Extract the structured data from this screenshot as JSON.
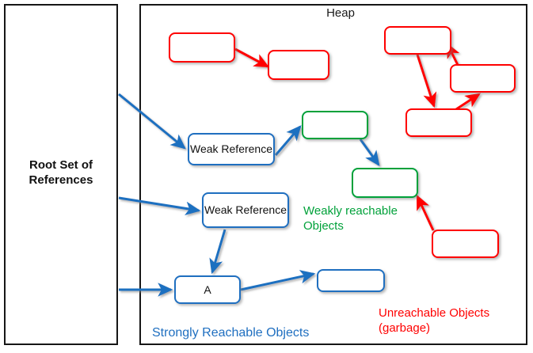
{
  "panels": {
    "root": {
      "label": "Root Set of\nReferences"
    },
    "heap": {
      "title": "Heap"
    }
  },
  "nodes": {
    "weak_ref_1": {
      "label": "Weak\nReference",
      "color": "#1f6fc0"
    },
    "weak_ref_2": {
      "label": "Weak\nReference",
      "color": "#1f6fc0"
    },
    "object_a": {
      "label": "A",
      "color": "#1f6fc0"
    },
    "strong_obj": {
      "label": "",
      "color": "#1f6fc0"
    },
    "green_1": {
      "label": "",
      "color": "#00a13a"
    },
    "green_2": {
      "label": "",
      "color": "#00a13a"
    },
    "red_top_1": {
      "label": "",
      "color": "#ff0000"
    },
    "red_top_2": {
      "label": "",
      "color": "#ff0000"
    },
    "red_c_1": {
      "label": "",
      "color": "#ff0000"
    },
    "red_c_2": {
      "label": "",
      "color": "#ff0000"
    },
    "red_c_3": {
      "label": "",
      "color": "#ff0000"
    },
    "red_bottom": {
      "label": "",
      "color": "#ff0000"
    }
  },
  "captions": {
    "weakly_reachable": "Weakly reachable\nObjects",
    "strongly_reachable": "Strongly Reachable Objects",
    "unreachable": "Unreachable Objects\n(garbage)"
  },
  "colors": {
    "blue": "#1f6fc0",
    "green": "#00a13a",
    "red": "#ff0000",
    "outline": "#161616",
    "background": "#ffffff"
  }
}
